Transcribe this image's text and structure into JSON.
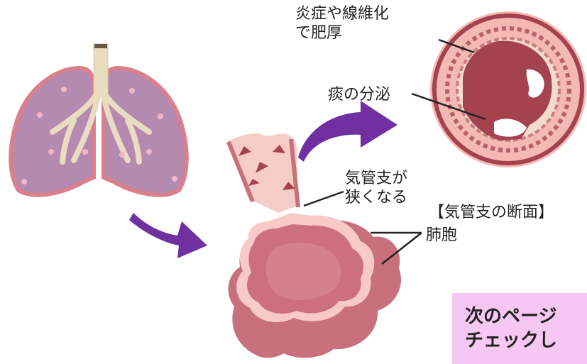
{
  "labels": {
    "thickening_line1": "炎症や線維化",
    "thickening_line2": "で肥厚",
    "sputum": "痰の分泌",
    "narrowing_line1": "気管支が",
    "narrowing_line2": "狭くなる",
    "cross_section": "【気管支の断面】",
    "alveoli": "肺胞"
  },
  "callout": {
    "line1": "次のページ",
    "line2": "チェックし"
  },
  "colors": {
    "arrow": "#7030a0",
    "lung_fill": "#b58ab0",
    "lung_edge": "#d9808c",
    "alveoli_fill": "#c8707c",
    "wall_pink": "#f4b9b3",
    "lumen": "#a4424f",
    "callout_bg": "#f7c7f4"
  }
}
